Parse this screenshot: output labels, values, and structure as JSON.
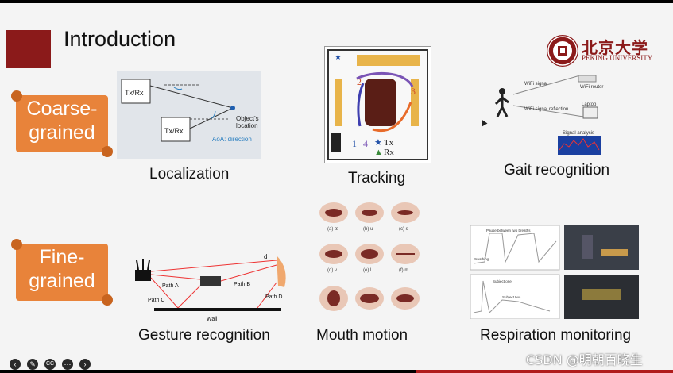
{
  "slide": {
    "title": "Introduction",
    "university_cn": "北京大学",
    "university_en": "PEKING UNIVERSITY"
  },
  "categories": {
    "coarse": "Coarse-\ngrained",
    "fine": "Fine-\ngrained"
  },
  "items": {
    "localization": {
      "caption": "Localization",
      "labels": {
        "txrx1": "Tx/Rx",
        "txrx2": "Tx/Rx",
        "object": "Object's\nlocation",
        "aoa": "AoA: direction"
      }
    },
    "tracking": {
      "caption": "Tracking",
      "labels": {
        "n1": "1",
        "n2": "2",
        "n3": "3",
        "n4": "4",
        "tx": "Tx",
        "rx": "Rx"
      }
    },
    "gait": {
      "caption": "Gait recognition",
      "labels": {
        "wifi_signal": "WiFi signal",
        "wifi_router": "WiFi router",
        "reflection": "WiFi signal reflection",
        "laptop": "Laptop",
        "analysis": "Signal analysis"
      }
    },
    "gesture": {
      "caption": "Gesture recognition",
      "labels": {
        "path_a": "Path A",
        "path_b": "Path B",
        "path_c": "Path C",
        "path_d": "Path D",
        "wall": "Wall",
        "d": "d"
      }
    },
    "mouth": {
      "caption": "Mouth motion",
      "labels": [
        "(a) æ",
        "(b) u",
        "(c) s",
        "(d) v",
        "(e) l",
        "(f) m"
      ]
    },
    "respiration": {
      "caption": "Respiration monitoring",
      "labels": {
        "pause": "Pause between two breaths",
        "breathing": "Breathing",
        "subject_one": "Subject one",
        "subject_two": "Subject two"
      }
    }
  },
  "watermark": "CSDN @明朝百晓生",
  "controls": [
    "prev-icon",
    "pen-icon",
    "cc-icon",
    "more-icon",
    "next-icon"
  ],
  "colors": {
    "title_block": "#8b1a1a",
    "scroll": "#e8833a",
    "pku": "#8b1a1a"
  }
}
